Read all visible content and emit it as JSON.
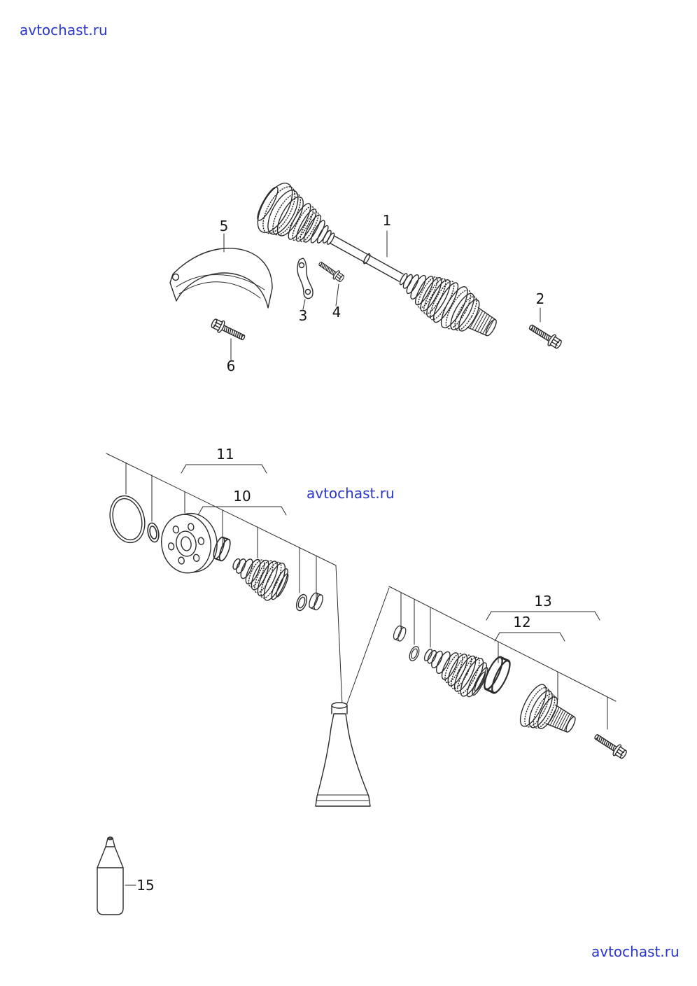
{
  "watermarks": {
    "top_left": "avtochast.ru",
    "center": "avtochast.ru",
    "bottom_right": "avtochast.ru"
  },
  "colors": {
    "watermark": "#2a36c8",
    "line": "#2b2b2b"
  },
  "callouts": {
    "part1": "1",
    "part2": "2",
    "part3": "3",
    "part4": "4",
    "part5": "5",
    "part6": "6",
    "part10": "10",
    "part11": "11",
    "part12": "12",
    "part13": "13",
    "part15": "15"
  }
}
